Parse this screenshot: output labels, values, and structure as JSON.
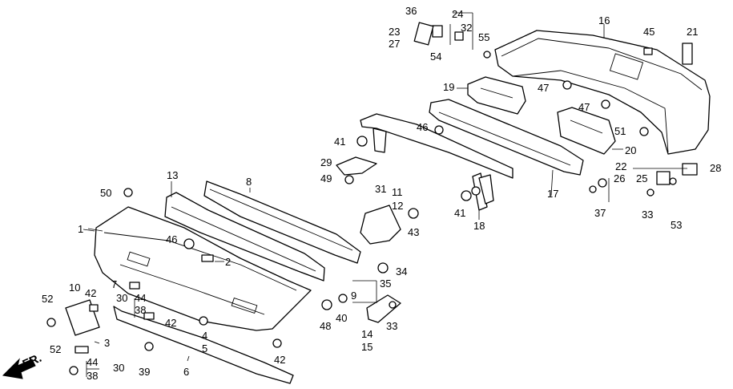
{
  "arrow_label": "FR.",
  "callouts": {
    "n1": "1",
    "n2": "2",
    "n3": "3",
    "n4": "4",
    "n5": "5",
    "n6": "6",
    "n7": "7",
    "n8": "8",
    "n9": "9",
    "n10": "10",
    "n11": "11",
    "n12": "12",
    "n13": "13",
    "n14": "14",
    "n15": "15",
    "n16": "16",
    "n17": "17",
    "n18": "18",
    "n19": "19",
    "n20": "20",
    "n21": "21",
    "n22": "22",
    "n23": "23",
    "n24": "24",
    "n25": "25",
    "n26": "26",
    "n27": "27",
    "n28": "28",
    "n29": "29",
    "n30a": "30",
    "n30b": "30",
    "n31": "31",
    "n32": "32",
    "n33a": "33",
    "n33b": "33",
    "n34": "34",
    "n35": "35",
    "n36": "36",
    "n37": "37",
    "n38a": "38",
    "n38b": "38",
    "n39": "39",
    "n40": "40",
    "n41a": "41",
    "n41b": "41",
    "n42a": "42",
    "n42b": "42",
    "n42c": "42",
    "n43": "43",
    "n44a": "44",
    "n44b": "44",
    "n45": "45",
    "n46a": "46",
    "n46b": "46",
    "n47a": "47",
    "n47b": "47",
    "n48": "48",
    "n49": "49",
    "n50": "50",
    "n51": "51",
    "n52a": "52",
    "n52b": "52",
    "n53": "53",
    "n54": "54",
    "n55": "55"
  }
}
